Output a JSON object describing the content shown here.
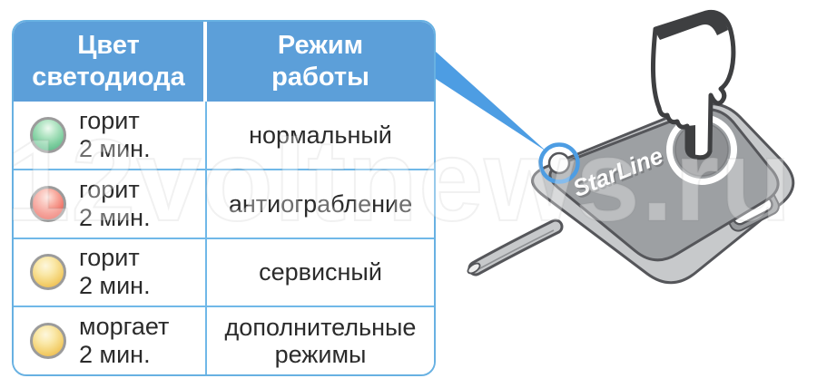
{
  "watermark": {
    "text": "12voltnews.ru"
  },
  "table": {
    "header": {
      "col1": "Цвет светодиода",
      "col2": "Режим работы"
    },
    "rows": [
      {
        "led": "green",
        "behavior_line1": "горит",
        "behavior_line2": "2 мин.",
        "mode": "нормальный"
      },
      {
        "led": "red",
        "behavior_line1": "горит",
        "behavior_line2": "2 мин.",
        "mode": "антиограбление"
      },
      {
        "led": "yellow",
        "behavior_line1": "горит",
        "behavior_line2": "2 мин.",
        "mode": "сервисный"
      },
      {
        "led": "yellow",
        "behavior_line1": "моргает",
        "behavior_line2": "2 мин.",
        "mode": "дополнительные режимы"
      }
    ]
  },
  "device": {
    "brand": "StarLine"
  },
  "colors": {
    "header_blue": "#5C9FD9",
    "grid_blue": "#70B8E8",
    "table_border_blue": "#68B1E2",
    "callout_blue": "#4D9DE3",
    "led_green": "#6FC794",
    "led_red": "#EE6A5E",
    "led_yellow": "#F4CC62",
    "device_top_gray": "#9DA0A3",
    "device_side_gray": "#C7C9CB",
    "outline_gray": "#55565A"
  }
}
